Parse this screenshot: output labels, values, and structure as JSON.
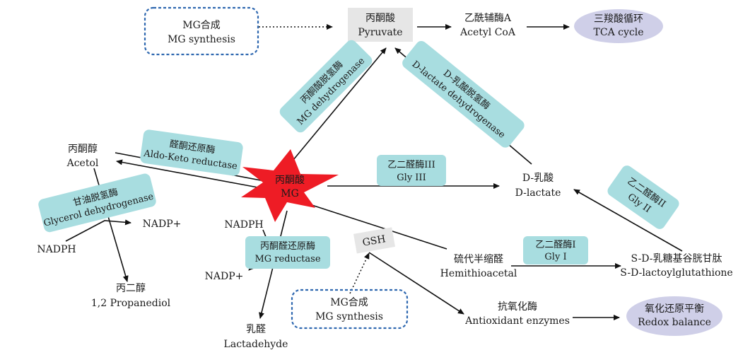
{
  "nodes": {
    "mg_synthesis_top": {
      "zh": "MG合成",
      "en": "MG synthesis"
    },
    "pyruvate": {
      "zh": "丙酮酸",
      "en": "Pyruvate"
    },
    "acetyl_coa": {
      "zh": "乙酰辅酶A",
      "en": "Acetyl CoA"
    },
    "tca": {
      "zh": "三羧酸循环",
      "en": "TCA cycle"
    },
    "acetol": {
      "zh": "丙酮醇",
      "en": "Acetol"
    },
    "mg": {
      "zh": "丙酮酸",
      "en": "MG"
    },
    "d_lactate": {
      "zh": "D-乳酸",
      "en": "D-lactate"
    },
    "nadph_left": "NADPH",
    "nadp_left": "NADP+",
    "propanediol": {
      "zh": "丙二醇",
      "en": "1,2 Propanediol"
    },
    "nadph_mid": "NADPH",
    "nadp_mid": "NADP+",
    "lactaldehyde": {
      "zh": "乳醛",
      "en": "Lactadehyde"
    },
    "gsh": "GSH",
    "hemithioacetal": {
      "zh": "硫代半缩醛",
      "en": "Hemithioacetal"
    },
    "lactoylglutathione": {
      "zh": "S-D-乳糖基谷胱甘肽",
      "en": "S-D-lactoylglutathione"
    },
    "mg_synthesis_bottom": {
      "zh": "MG合成",
      "en": "MG synthesis"
    },
    "antioxidant": {
      "zh": "抗氧化酶",
      "en": "Antioxidant enzymes"
    },
    "redox": {
      "zh": "氧化还原平衡",
      "en": "Redox balance"
    }
  },
  "enzymes": {
    "mg_dehydrogenase": {
      "zh": "丙酮酸脱氢酶",
      "en": "MG dehydrogenase"
    },
    "d_lactate_dehydrogenase": {
      "zh": "D-乳酸脱氢酶",
      "en": "D-lactate dehydrogenase"
    },
    "aldo_keto": {
      "zh": "醛酮还原酶",
      "en": "Aldo-Keto reductase"
    },
    "glycerol_dehydrogenase": {
      "zh": "甘油脱氢酶",
      "en": "Glycerol dehydrogenase"
    },
    "gly3": {
      "zh": "乙二醛酶III",
      "en": "Gly III"
    },
    "gly2": {
      "zh": "乙二醛酶II",
      "en": "Gly II"
    },
    "mg_reductase": {
      "zh": "丙酮醛还原酶",
      "en": "MG reductase"
    },
    "gly1": {
      "zh": "乙二醛酶I",
      "en": "Gly I"
    }
  },
  "colors": {
    "enzyme_box": "#a8dde0",
    "ellipse": "#cfcfe8",
    "dashed_border": "#2f68b0",
    "star": "#ee1c25",
    "pyruvate_box": "#e6e6e6",
    "gsh_box": "#e6e6e6"
  }
}
